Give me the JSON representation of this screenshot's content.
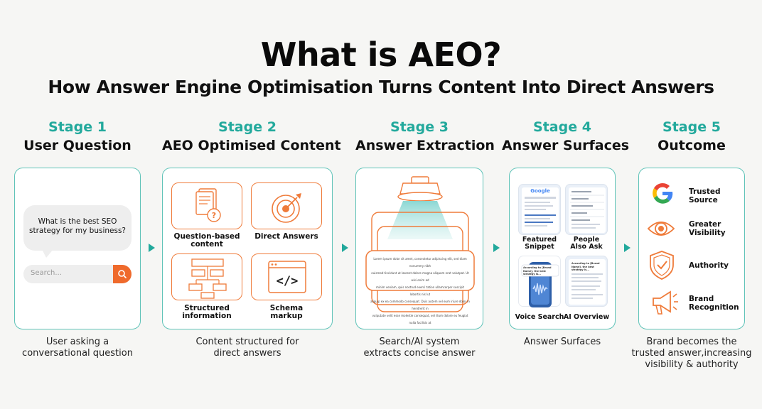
{
  "title": "What is AEO?",
  "subtitle": "How Answer Engine Optimisation Turns Content Into Direct Answers",
  "stages": [
    {
      "number": "Stage 1",
      "name": "User Question",
      "caption_l1": "User asking a",
      "caption_l2": "conversational question",
      "caption_l3": ""
    },
    {
      "number": "Stage 2",
      "name": "AEO Optimised Content",
      "caption_l1": "Content structured for",
      "caption_l2": "direct answers",
      "caption_l3": ""
    },
    {
      "number": "Stage 3",
      "name": "Answer Extraction",
      "caption_l1": "Search/AI system",
      "caption_l2": "extracts concise answer",
      "caption_l3": ""
    },
    {
      "number": "Stage 4",
      "name": "Answer Surfaces",
      "caption_l1": "Answer Surfaces",
      "caption_l2": "",
      "caption_l3": ""
    },
    {
      "number": "Stage 5",
      "name": "Outcome",
      "caption_l1": "Brand becomes the",
      "caption_l2": "trusted answer,increasing",
      "caption_l3": "visibility & authority"
    }
  ],
  "stage1": {
    "question_l1": "What is the best SEO",
    "question_l2": "strategy for my business?",
    "search_placeholder": "Search..."
  },
  "stage2": {
    "tiles": [
      {
        "l1": "Question-based",
        "l2": "content",
        "icon": "question-document-icon"
      },
      {
        "l1": "Direct Answers",
        "l2": "",
        "icon": "target-icon"
      },
      {
        "l1": "Structured",
        "l2": "information",
        "icon": "structure-chart-icon"
      },
      {
        "l1": "Schema",
        "l2": "markup",
        "icon": "code-icon"
      }
    ]
  },
  "stage3": {
    "line1": "Lorem ipsum dolor sit amet, consectetur adipiscing elit, sed diam nonummy nibh",
    "line2": "euismod tincidunt ut laoreet dolore magna aliquam erat volutpat. Ut wisi enim ad",
    "line3": "minim veniam, quis nostrud exerci tation ullamcorper suscipit lobortis nisl ut",
    "line4": "aliquip ex ea commodo consequat. Duis autem vel eum iriure dolor in hendrerit in",
    "line5": "vulputate velit esse molestie consequat, vel illum dolore eu feugiat nulla facilisis at"
  },
  "stage4": {
    "surfaces": [
      {
        "l1": "Featured",
        "l2": "Snippet"
      },
      {
        "l1": "People",
        "l2": "Also Ask"
      },
      {
        "l1": "Voice Search",
        "l2": ""
      },
      {
        "l1": "AI Overview",
        "l2": ""
      }
    ],
    "google_text": "Google",
    "voice_quote": "According to [Brand Name], the best strategy is...",
    "ai_quote": "According to [Brand Name], the best strategy is..."
  },
  "stage5": {
    "outcomes": [
      {
        "l1": "Trusted",
        "l2": "Source",
        "icon": "google-g-icon"
      },
      {
        "l1": "Greater",
        "l2": "Visibility",
        "icon": "eye-icon"
      },
      {
        "l1": "Authority",
        "l2": "",
        "icon": "shield-check-icon"
      },
      {
        "l1": "Brand",
        "l2": "Recognition",
        "icon": "megaphone-icon"
      }
    ]
  },
  "colors": {
    "teal": "#22a99c",
    "orange": "#ef6a2c",
    "card_border": "#5fc3b8"
  }
}
